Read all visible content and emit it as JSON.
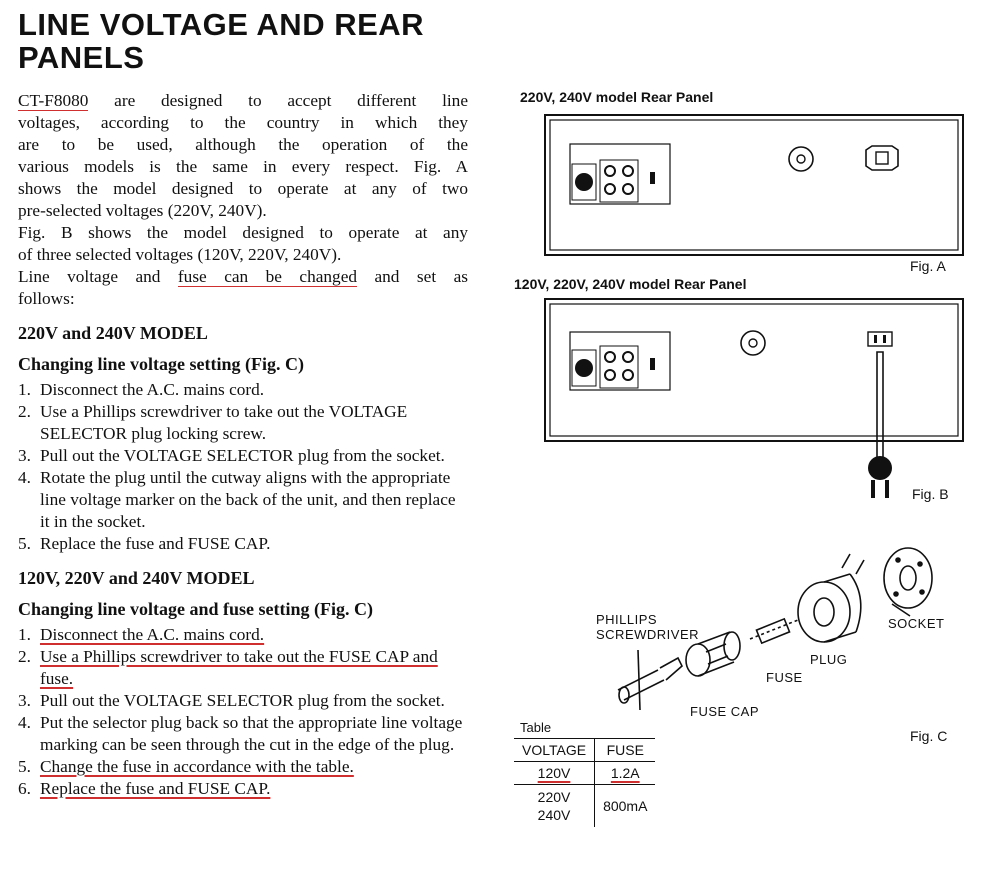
{
  "title_line1": "LINE VOLTAGE AND REAR",
  "title_line2": "PANELS",
  "intro": {
    "l1a": "CT-F8080",
    "l1b": "are designed to accept different line",
    "l2": "voltages, according to the country in which they",
    "l3": "are to be used, although the operation of the",
    "l4": "various models is the same in every respect. Fig. A",
    "l5": "shows the model designed to operate at any of two",
    "l6": "pre-selected voltages (220V, 240V).",
    "l7": "Fig. B shows the model designed to operate at any",
    "l8": "of three selected voltages (120V, 220V, 240V).",
    "l9a": "Line voltage and",
    "l9b": "fuse can be changed",
    "l9c": "and set as",
    "l10": "follows:"
  },
  "section1": {
    "heading": "220V and 240V MODEL",
    "subheading": "Changing line voltage setting (Fig. C)",
    "steps": [
      {
        "n": "1.",
        "t": "Disconnect the A.C. mains cord."
      },
      {
        "n": "2.",
        "t": "Use a Phillips screwdriver to take out the VOLTAGE SELECTOR plug locking screw."
      },
      {
        "n": "3.",
        "t": "Pull out the VOLTAGE SELECTOR plug from the socket."
      },
      {
        "n": "4.",
        "t": "Rotate the plug until the cutway aligns with the appropriate line voltage marker on the back of the unit, and then replace it in the socket."
      },
      {
        "n": "5.",
        "t": "Replace the fuse and FUSE CAP."
      }
    ]
  },
  "section2": {
    "heading": "120V, 220V and 240V MODEL",
    "subheading": "Changing line voltage and fuse setting (Fig. C)",
    "steps": [
      {
        "n": "1.",
        "t": "Disconnect the A.C. mains cord."
      },
      {
        "n": "2.",
        "t": "Use a Phillips screwdriver to take out the FUSE CAP and fuse."
      },
      {
        "n": "3.",
        "t": "Pull out the VOLTAGE SELECTOR plug from the socket."
      },
      {
        "n": "4.",
        "t": "Put the selector plug back so that the appropriate line voltage marking can be seen through the cut in the edge of the plug."
      },
      {
        "n": "5.",
        "t": "Change the fuse in accordance with the table."
      },
      {
        "n": "6.",
        "t": "Replace the fuse and FUSE CAP."
      }
    ]
  },
  "figA": {
    "heading": "220V, 240V model Rear Panel",
    "label": "Fig. A"
  },
  "figB": {
    "heading": "120V, 220V, 240V model Rear Panel",
    "label": "Fig. B"
  },
  "figC": {
    "label": "Fig. C",
    "phillips": "PHILLIPS",
    "screwdriver": "SCREWDRIVER",
    "fuse_cap": "FUSE CAP",
    "fuse": "FUSE",
    "plug": "PLUG",
    "socket": "SOCKET"
  },
  "table": {
    "caption": "Table",
    "headers": [
      "VOLTAGE",
      "FUSE"
    ],
    "row1": {
      "voltage": "120V",
      "fuse": "1.2A"
    },
    "row2": {
      "voltage_a": "220V",
      "voltage_b": "240V",
      "fuse": "800mA"
    }
  },
  "colors": {
    "underline": "#cf2f2f",
    "ink": "#111111"
  }
}
